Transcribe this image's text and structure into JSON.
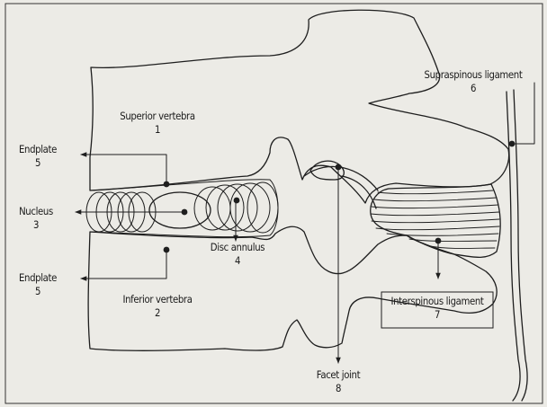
{
  "labels": {
    "superior_vertebra": {
      "name": "Superior vertebra",
      "number": "1"
    },
    "inferior_vertebra": {
      "name": "Inferior vertebra",
      "number": "2"
    },
    "nucleus": {
      "name": "Nucleus",
      "number": "3"
    },
    "disc_annulus": {
      "name": "Disc annulus",
      "number": "4"
    },
    "endplate_upper": {
      "name": "Endplate",
      "number": "5"
    },
    "endplate_lower": {
      "name": "Endplate",
      "number": "5"
    },
    "supraspinous_ligament": {
      "name": "Supraspinous ligament",
      "number": "6"
    },
    "interspinous_ligament": {
      "name": "Interspinous ligament",
      "number": "7"
    },
    "facet_joint": {
      "name": "Facet joint",
      "number": "8"
    }
  },
  "colors": {
    "background": "#ecebe6",
    "line": "#1e1e1e"
  }
}
